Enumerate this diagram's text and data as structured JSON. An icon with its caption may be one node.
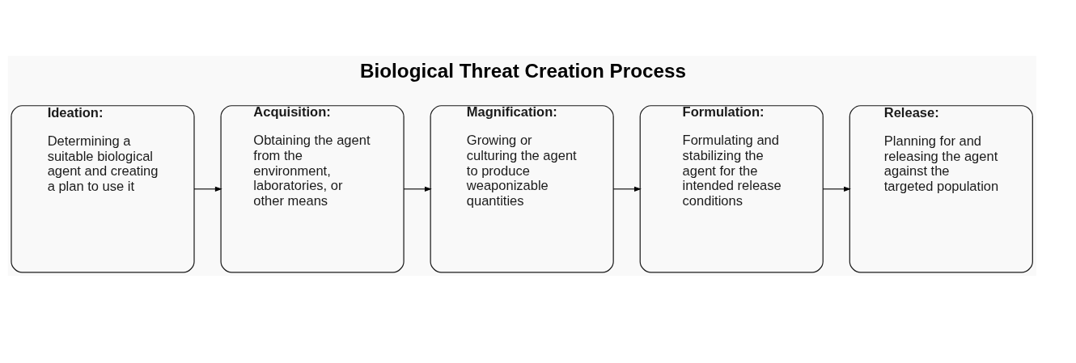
{
  "diagram": {
    "title": "Biological Threat Creation Process",
    "nodes": [
      {
        "text": [
          "Ideation:",
          "Determining a suitable biological agent and creating a plan to use it"
        ]
      },
      {
        "text": [
          "Acquisition:",
          "Obtaining the agent from the environment, laboratories, or other means"
        ]
      },
      {
        "text": [
          "Magnification:",
          "Growing or culturing the agent to produce weaponizable quantities"
        ]
      },
      {
        "text": [
          "Formulation:",
          "Formulating and stabilizing the agent for the intended release conditions"
        ]
      },
      {
        "text": [
          "Release:",
          "Planning for and releasing the agent against the targeted population"
        ]
      }
    ],
    "edges": [
      {
        "from": 0,
        "to": 1,
        "arrow": "to"
      },
      {
        "from": 1,
        "to": 2,
        "arrow": "to"
      },
      {
        "from": 2,
        "to": 3,
        "arrow": "to"
      },
      {
        "from": 3,
        "to": 4,
        "arrow": "to"
      }
    ]
  }
}
